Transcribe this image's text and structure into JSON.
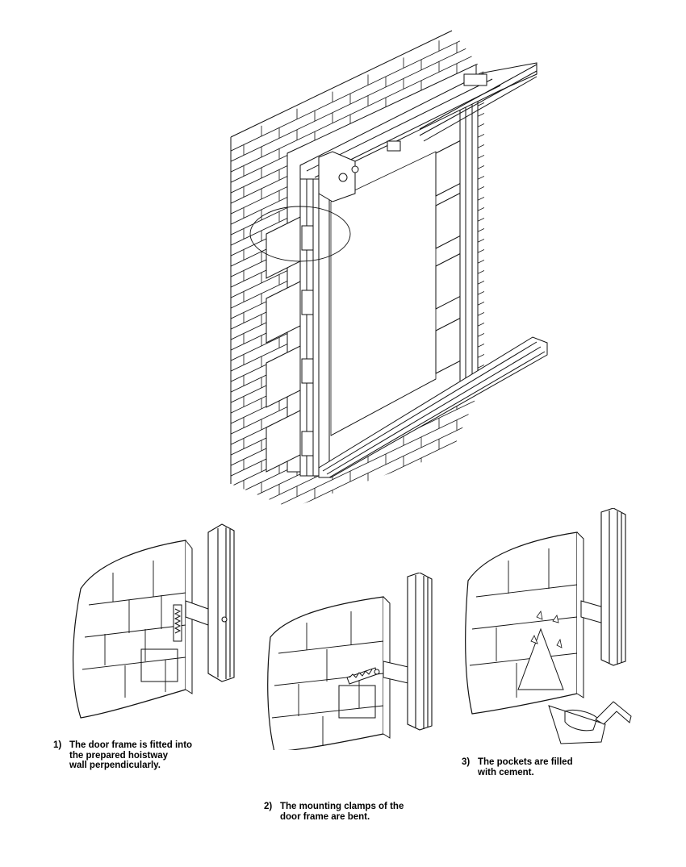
{
  "steps": [
    {
      "number": "1)",
      "lines": [
        "The door frame is fitted into",
        "the prepared hoistway",
        "wall perpendicularly."
      ]
    },
    {
      "number": "2)",
      "lines": [
        "The mounting clamps of the",
        "door frame are bent."
      ]
    },
    {
      "number": "3)",
      "lines": [
        "The pockets are filled",
        "with cement."
      ]
    }
  ],
  "colors": {
    "line": "#111111",
    "background": "#ffffff"
  }
}
